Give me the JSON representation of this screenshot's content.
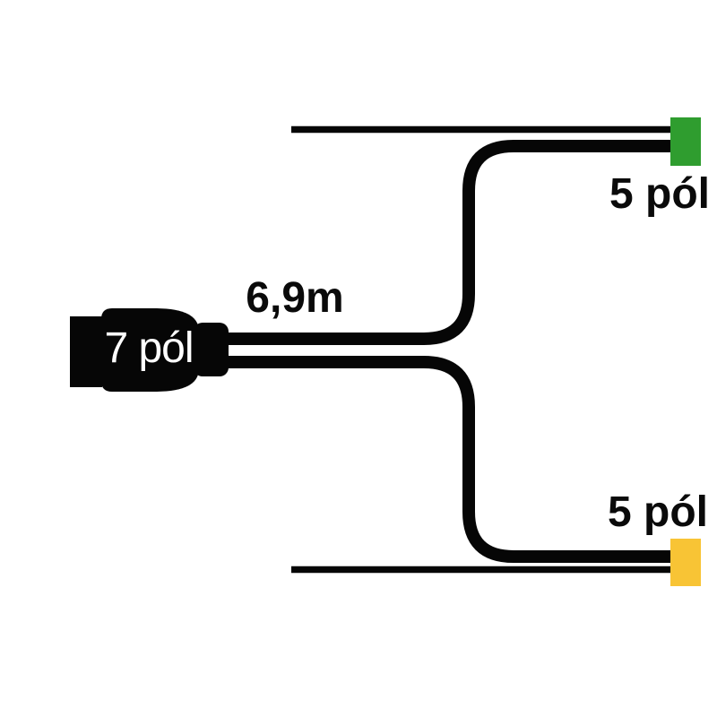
{
  "page": {
    "background_color": "#ffffff"
  },
  "diagram": {
    "cable_color": "#060606",
    "length_label": "6,9m",
    "main_connector": {
      "label": "7 pól",
      "body_color": "#060606",
      "text_color": "#ffffff"
    },
    "top_branch": {
      "label": "5 pól",
      "connector_color": "#2f9d2f"
    },
    "bottom_branch": {
      "label": "5 pól",
      "connector_color": "#f8c435"
    }
  }
}
